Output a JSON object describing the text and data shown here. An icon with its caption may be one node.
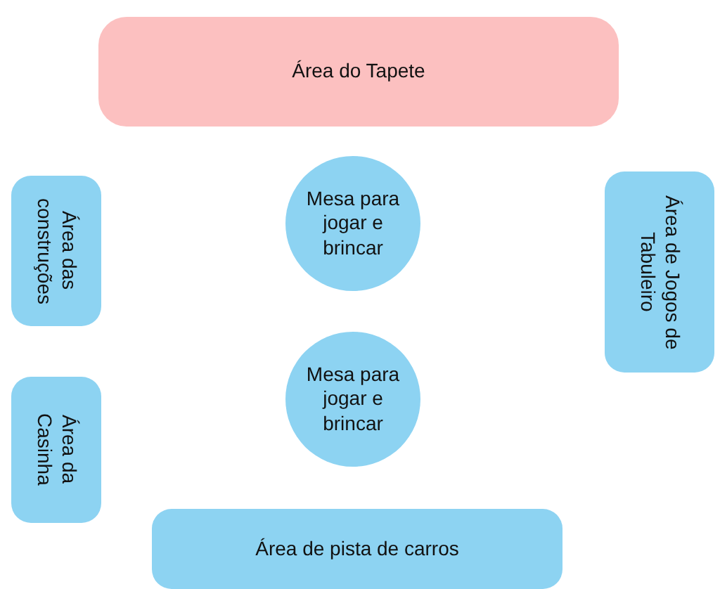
{
  "diagram": {
    "nodes": [
      {
        "text": [
          "Área do Tapete"
        ]
      },
      {
        "text": [
          "Área das construções"
        ]
      },
      {
        "text": [
          "Mesa para jogar e brincar"
        ]
      },
      {
        "text": [
          "Área de Jogos de Tabuleiro"
        ]
      },
      {
        "text": [
          "Mesa para jogar e brincar"
        ]
      },
      {
        "text": [
          "Área da Casinha"
        ]
      },
      {
        "text": [
          "Área de pista de carros"
        ]
      }
    ]
  }
}
